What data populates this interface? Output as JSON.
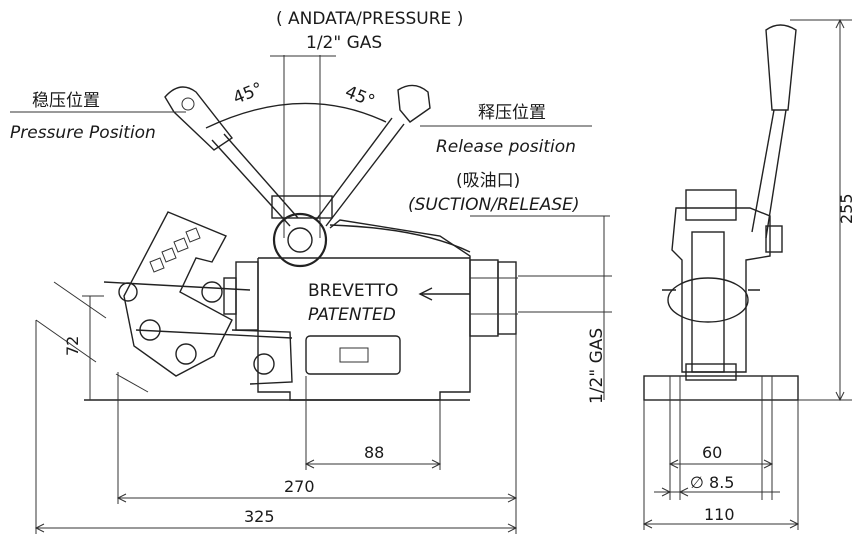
{
  "labels": {
    "andata": "( ANDATA/PRESSURE )",
    "gas_top": "1/2\" GAS",
    "angle_left": "45°",
    "angle_right": "45°",
    "pressure_cn": "稳压位置",
    "pressure_en": "Pressure Position",
    "release_cn": "释压位置",
    "release_en": "Release position",
    "suction_cn": "(吸油口)",
    "suction_en": "(SUCTION/RELEASE)",
    "brevetto": "BREVETTO",
    "patented": "PATENTED",
    "gas_side": "1/2\" GAS"
  },
  "dimensions": {
    "d72": "72",
    "d88": "88",
    "d270": "270",
    "d325": "325",
    "d255": "255",
    "d60": "60",
    "d8_5": "∅ 8.5",
    "d110": "110"
  }
}
